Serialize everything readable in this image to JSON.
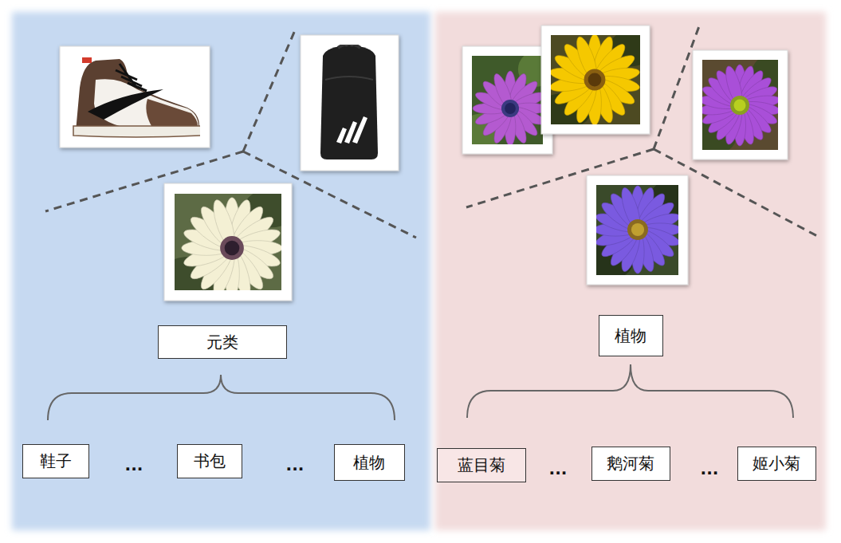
{
  "diagram": {
    "nodes": [
      {
        "text": [
          "元类"
        ]
      },
      {
        "text": [
          "鞋子"
        ]
      },
      {
        "text": [
          "书包"
        ]
      },
      {
        "text": [
          "植物"
        ]
      },
      {
        "text": [
          "植物"
        ]
      },
      {
        "text": [
          "蓝目菊"
        ]
      },
      {
        "text": [
          "鹅河菊"
        ]
      },
      {
        "text": [
          "姬小菊"
        ]
      }
    ],
    "labels": [
      "...",
      "...",
      "...",
      "..."
    ]
  }
}
